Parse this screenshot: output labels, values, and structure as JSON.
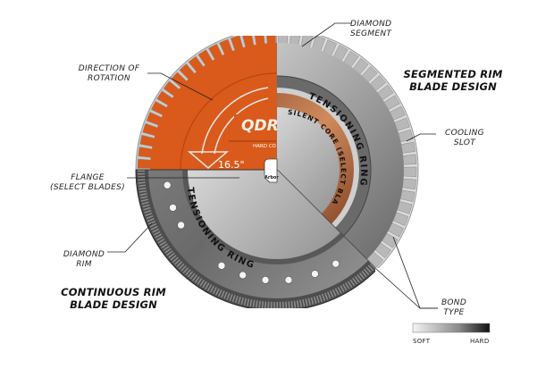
{
  "titles": {
    "segmented": [
      "SEGMENTED RIM",
      "BLADE DESIGN"
    ],
    "continuous": [
      "CONTINUOUS RIM",
      "BLADE DESIGN"
    ]
  },
  "callouts": {
    "diamond_segment": [
      "DIAMOND",
      "SEGMENT"
    ],
    "direction_of_rotation": [
      "DIRECTION OF",
      "ROTATION"
    ],
    "cooling_slot": [
      "COOLING",
      "SLOT"
    ],
    "flange": [
      "FLANGE",
      "(SELECT BLADES)"
    ],
    "diamond_rim": [
      "DIAMOND",
      "RIM"
    ],
    "bond_type": [
      "BOND",
      "TYPE"
    ]
  },
  "blade": {
    "diameter": "16.5\"",
    "arbor": "Arbor",
    "logo": "QDR",
    "logo_sub": "HARD CO",
    "tensioning_ring_top": "TENSIONING RING",
    "tensioning_ring_bottom": "TENSIONING RING",
    "silent_core": "SILENT CORE (SELECT BLADES)"
  },
  "bond_scale": {
    "soft": "SOFT",
    "hard": "HARD"
  },
  "colors": {
    "orange": "#d95a1a",
    "steel_dark": "#6f6f6f",
    "steel_light": "#d8d8d8",
    "copper": "#b56a3c"
  }
}
